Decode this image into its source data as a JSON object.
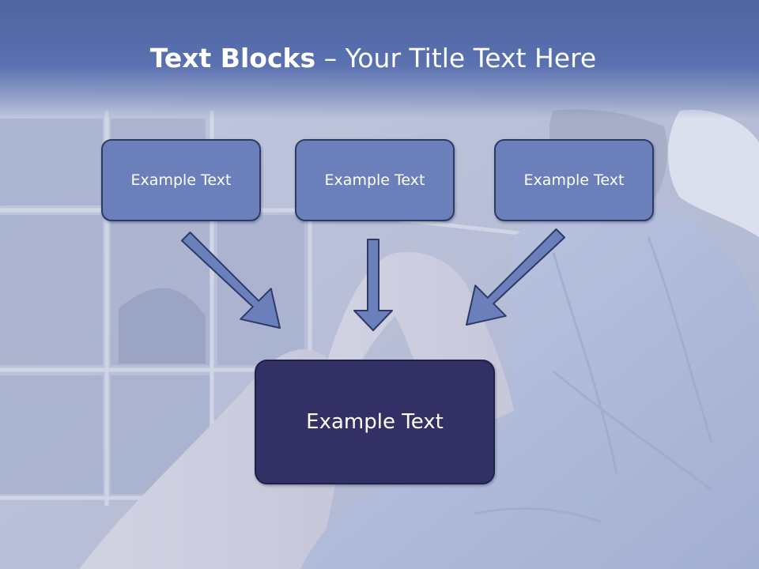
{
  "title": {
    "bold": "Text Blocks",
    "dash": " – ",
    "rest": "Your Title Text Here"
  },
  "boxes": {
    "top_left": "Example Text",
    "top_center": "Example Text",
    "top_right": "Example Text",
    "bottom": "Example Text"
  },
  "colors": {
    "title_band": "#5a71b0",
    "box_fill": "#6b80bb",
    "box_border": "#2d3a66",
    "main_box_fill": "#333066",
    "arrow_fill": "#6b80bb"
  }
}
